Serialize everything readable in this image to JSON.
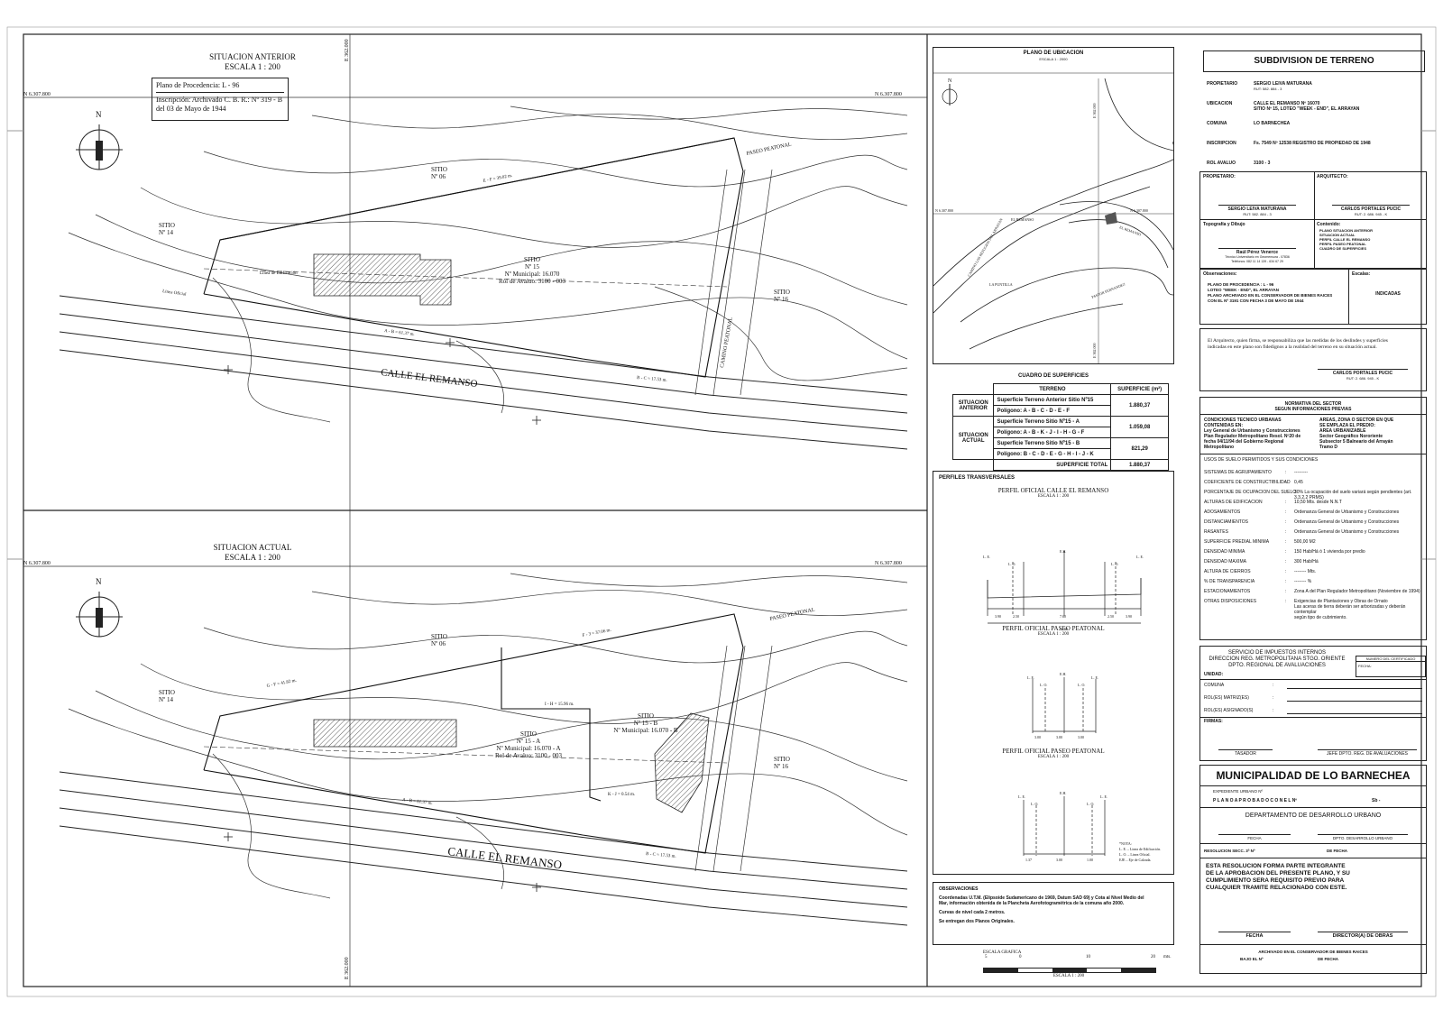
{
  "situacion_anterior": {
    "title": "SITUACION ANTERIOR",
    "scale": "ESCALA 1 : 200",
    "procedencia": "Plano de Procedencia:    L - 96",
    "inscripcion_1": "Inscripción: Archivado C. B. R.: Nº 319 - B",
    "inscripcion_2": "del 03 de Mayo de 1944",
    "coord_north_left": "N 6.307.800",
    "coord_north_right": "N 6.307.800",
    "coord_east": "E 362.000",
    "sitio_06": "SITIO\nNº 06",
    "sitio_14": "SITIO\nNº 14",
    "sitio_16": "SITIO\nNº 16",
    "sitio_15_1": "SITIO",
    "sitio_15_2": "Nº 15",
    "sitio_15_3": "Nº Municipal: 16.070",
    "sitio_15_4": "Rol de Avaluo: 3100 - 003",
    "calle": "CALLE EL REMANSO",
    "pasaje": "PASEO PEATONAL",
    "camino": "CAMINO PEATONAL",
    "linea_edif": "Linea de Edificación",
    "linea_oficial": "Linea Oficial",
    "seg_ef": "E - F = 39.02 m.",
    "seg_ab": "A - B = 61.37 m.",
    "seg_bc": "B - C = 17.53 m.",
    "north": "N"
  },
  "situacion_actual": {
    "title": "SITUACION ACTUAL",
    "scale": "ESCALA 1 : 200",
    "coord_north_left": "N 6.307.800",
    "coord_north_right": "N 6.307.800",
    "coord_east": "E 362.000",
    "sitio_06": "SITIO\nNº 06",
    "sitio_14": "SITIO\nNº 14",
    "sitio_16": "SITIO\nNº 16",
    "sitio_15a_1": "SITIO",
    "sitio_15a_2": "Nº 15 - A",
    "sitio_15a_3": "Nº Municipal: 16.070 - A",
    "sitio_15a_4": "Rol de Avaluo: 3100 - 003",
    "sitio_15b_1": "SITIO",
    "sitio_15b_2": "Nº 15 - B",
    "sitio_15b_3": "Nº Municipal: 16.070 - B",
    "calle": "CALLE EL REMANSO",
    "pasaje": "PASEO PEATONAL",
    "seg_fg": "G - F = 41.82 m.",
    "seg_ge": "F - 3 = 37.06 m.",
    "seg_ih": "I - H = 15.96 m.",
    "seg_ab": "A - B = 61.37 m.",
    "seg_bc": "B - C = 17.53 m.",
    "seg_kj": "K - J = 0.54 m.",
    "north": "N"
  },
  "ubicacion": {
    "title": "PLANO DE UBICACION",
    "scale": "ESCALA 1 : 2000",
    "coord_n1": "N 6.307.800",
    "coord_n2": "N 6.307.800",
    "coord_e1": "E 362.000",
    "coord_e2": "E 362.000",
    "street_1": "CAMINO LOS REFUGIOS DEL ARRAYAN",
    "street_2": "EL REMANSO",
    "street_3": "EL REMANSO",
    "street_4": "LA PUNTILLA",
    "street_5": "PASTOR FERNANDEZ",
    "north": "N"
  },
  "cuadro": {
    "title": "CUADRO DE SUPERFICIES",
    "h_terreno": "TERRENO",
    "h_superficie": "SUPERFICIE  (m²)",
    "sit_anterior": "SITUACION\nANTERIOR",
    "sit_actual": "SITUACION\nACTUAL",
    "r1": "Superficie Terreno Anterior Sitio Nº15",
    "r1v": "1.880,37",
    "r2": "Polígono: A - B - C - D - E - F",
    "r3": "Superficie Terreno Sitio Nº15 - A",
    "r3v": "1.059,08",
    "r4": "Polígono: A - B - K - J - I - H - G - F",
    "r5": "Superficie Terreno Sitio Nº15 - B",
    "r5v": "821,29",
    "r6": "Polígono: B - C - D - E - G - H - I - J - K",
    "total": "SUPERFICIE TOTAL",
    "total_v": "1.880,37"
  },
  "perfiles": {
    "title": "PERFILES TRANSVERSALES",
    "p1_title": "PERFIL OFICIAL CALLE EL REMANSO",
    "p1_scale": "ESCALA 1 : 200",
    "p2_title": "PERFIL OFICIAL PASEO PEATONAL",
    "p2_scale": "ESCALA 1 : 200",
    "p3_title": "PERFIL OFICIAL PASEO PEATONAL",
    "p3_scale": "ESCALA 1 : 200",
    "le": "L. E.",
    "lo": "L. O.",
    "eje": "E.H.",
    "p1_dims": [
      "3.90",
      "2.50",
      "7.60",
      "2.50",
      "3.90"
    ],
    "p1_total": "12.00",
    "p2_dims": [
      "3.00",
      "3.00",
      "3.00"
    ],
    "p3_dims": [
      "1.37",
      "3.00",
      "1.00"
    ],
    "nota_1": "*NOTA:",
    "nota_2": "L. E. – Linea de Edificación.",
    "nota_3": "L. O. – Linea Oficial.",
    "nota_4": "EJE – Eje de Calzada."
  },
  "observaciones_bottom": {
    "title": "OBSERVACIONES",
    "l1": "Coordenadas U.T.M. (Elipsoide Sudamericano de 1969, Datum SAD 69) y Cota al Nivel Medio del",
    "l2": "Mar, información obtenida de la Plancheta Aerofotogramétrica de la comuna año 2000.",
    "l3": "Curvas de nivel cada 2 metros.",
    "l4": "Se entregan dos Planos Originales."
  },
  "escala_grafica": {
    "title": "ESCALA GRAFICA",
    "ticks": [
      "5",
      "0",
      "10",
      "20",
      "mts."
    ],
    "label": "ESCALA 1 : 200"
  },
  "cajetin": {
    "title": "SUBDIVISION     DE     TERRENO",
    "propietario_k": "PROPIETARIO",
    "propietario_v": "SERGIO LEIVA MATURANA",
    "propietario_rut": "RUT:  582. 884 - 3",
    "ubicacion_k": "UBICACION",
    "ubicacion_v1": "CALLE EL REMANSO Nº 16070",
    "ubicacion_v2": "SITIO Nº 15, LOTEO \"WEEK - END\", EL ARRAYAN",
    "comuna_k": "COMUNA",
    "comuna_v": "LO BARNECHEA",
    "inscripcion_k": "INSCRIPCION",
    "inscripcion_v": "Fs. 7549 Nº 12538 REGISTRO DE PROPIEDAD DE 1948",
    "rol_k": "ROL AVALUO",
    "rol_v": "3100 - 3",
    "prop_label": "PROPIETARIO:",
    "arq_label": "ARQUITECTO:",
    "prop_name": "SERGIO LEIVA MATURANA",
    "prop_rut": "RUT:  582. 884 - 3",
    "arq_name": "CARLOS PORTALES PUCIC",
    "arq_rut": "RUT:  2. 686. 945 - K",
    "topo_label": "Topografía y Dibujo",
    "topo_name": "Raúl Pérez Venerce",
    "topo_sub1": "Técnico Universitario en Geomensura      - 07836",
    "topo_sub2": "Teléfonos: 082 11 14 139 - 634 67 29",
    "contenido_label": "Contenido:",
    "contenido": [
      "PLANO SITUACION ANTERIOR",
      "SITUACION ACTUAL",
      "PERFIL CALLE EL REMANSO",
      "PERFIL PASEO PEATONAL",
      "CUADRO DE SUPERFICIES"
    ],
    "obs_label": "Observaciones:",
    "obs": [
      "PLANO DE PROCEDENCIA :   L - 96",
      "LOTEO \"WEEK - END\", EL ARRAYAN",
      "PLANO ARCHIVADO EN EL CONSERVADOR DE BIENES RAICES",
      "CON EL Nº 3191 CON FECHA 3 DE MAYO DE 1944"
    ],
    "escalas_label": "Escalas:",
    "escalas_v": "INDICADAS",
    "declara_1": "El Arquitecto, quien firma, se responsabiliza que las medidas de los deslindes y superficies",
    "declara_2": "indicadas en este plano son fidedignos a la realidad del terreno en su situación actual.",
    "declara_name": "CARLOS PORTALES PUCIC",
    "declara_rut": "RUT:  2. 686. 945 - K"
  },
  "normativa": {
    "title_1": "NORMATIVA DEL SECTOR",
    "title_2": "SEGUN INFORMACIONES PREVIAS",
    "cond_1": "CONDICIONES TECNICO URBANAS",
    "cond_2": "CONTENIDAS EN:",
    "cond_3": "Ley General de Urbanismo y Construcciones",
    "cond_4": "Plan Regulador Metropolitano Resol. Nº20 de",
    "cond_5": "fecha 04/11/94 del Gobierno Regional",
    "cond_6": "Metropolitano",
    "area_1": "AREAS, ZONA O SECTOR EN QUE",
    "area_2": "SE EMPLAZA EL PREDIO:",
    "area_3": "AREA URBANIZABLE",
    "area_4": "Sector Geográfico Nororiente",
    "area_5": "Subsector 5 Balneario del Arrayán",
    "area_6": "Tramo D",
    "usos_title": "USOS DE SUELO PERMITIDOS Y SUS CONDICIONES",
    "usos": [
      {
        "k": "SISTEMAS DE AGRUPAMIENTO",
        "v": "---------"
      },
      {
        "k": "COEFICIENTE DE CONSTRUCTIBILIDAD",
        "v": "0,45"
      },
      {
        "k": "PORCENTAJE DE OCUPACION DEL SUELO",
        "v": "30% La ocupación del suelo variará según pendientes (art. 3.3.2.2  PRMS)"
      },
      {
        "k": "ALTURAS DE EDIFICACION",
        "v": "10,50 Mts. desde N.N.T"
      },
      {
        "k": "ADOSAMIENTOS",
        "v": "Ordenanza General de Urbanismo y Construcciones"
      },
      {
        "k": "DISTANCIAMIENTOS",
        "v": "Ordenanza General de Urbanismo y Construcciones"
      },
      {
        "k": "RASANTES",
        "v": "Ordenanza General de Urbanismo y Construcciones"
      },
      {
        "k": "SUPERFICIE PREDIAL MINIMA",
        "v": "500,00 M2"
      },
      {
        "k": "DENSIDAD MINIMA",
        "v": "150 Hab/Há ó 1 vivienda por predio"
      },
      {
        "k": "DENSIDAD MAXIMA",
        "v": "300 Hab/Há"
      },
      {
        "k": "ALTURA DE CIERROS",
        "v": "--------  Mts."
      },
      {
        "k": "% DE TRANSPARENCIA",
        "v": "--------  %"
      },
      {
        "k": "ESTACIONAMIENTOS",
        "v": "Zona A del Plan Regulador Metropolitano (Noviembre de 1994)"
      },
      {
        "k": "OTRAS DISPOSICIONES",
        "v": "Exigencias de Plantaciones y Obras de Ornato\nLas aceras de tierra deberán ser arborizadas y deberán contemplar\nsegún tipo de cubrimiento."
      }
    ]
  },
  "sii": {
    "l1": "SERVICIO DE IMPUESTOS INTERNOS",
    "l2": "DIRECCION REG. METROPOLITANA STGO. ORIENTE",
    "l3": "DPTO. REGIONAL DE AVALUACIONES",
    "cert": "NUMERO DEL CERTIFICADO",
    "fecha": "FECHA:",
    "unidad": "UNIDAD:",
    "comuna": "COMUNA",
    "matriz": "ROL(ES) MATRIZ(ES)",
    "asignado": "ROL(ES) ASIGNADO(S)",
    "colon": ":",
    "firmas": "FIRMAS:",
    "tasador": "TASADOR",
    "jefe": "JEFE DPTO. REG. DE AVALUACIONES"
  },
  "municipalidad": {
    "title": "MUNICIPALIDAD DE LO BARNECHEA",
    "expediente": "EXPEDIENTE URBANO Nº",
    "aprobado": "P L A N O   A P R O B A D O   C O N   E L   Nº",
    "sb": "Sb -",
    "depto": "DEPARTAMENTO DE DESARROLLO URBANO",
    "fecha": "FECHA",
    "dpto": "DPTO. DESARROLLO URBANO",
    "resolucion": "RESOLUCION SECC. 3ª Nº",
    "de_fecha": "DE FECHA",
    "resol_1": "ESTA RESOLUCION FORMA PARTE INTEGRANTE",
    "resol_2": "DE LA APROBACION DEL PRESENTE PLANO, Y SU",
    "resol_3": "CUMPLIMIENTO SERA REQUISITO PREVIO PARA",
    "resol_4": "CUALQUIER TRAMITE RELACIONADO CON ESTE.",
    "fecha2": "FECHA",
    "director": "DIRECTOR(A) DE OBRAS",
    "archivado_1": "ARCHIVADO EN EL CONSERVADOR DE BIENES RAICES",
    "archivado_2": "BAJO EL Nº",
    "archivado_3": "DE FECHA"
  }
}
